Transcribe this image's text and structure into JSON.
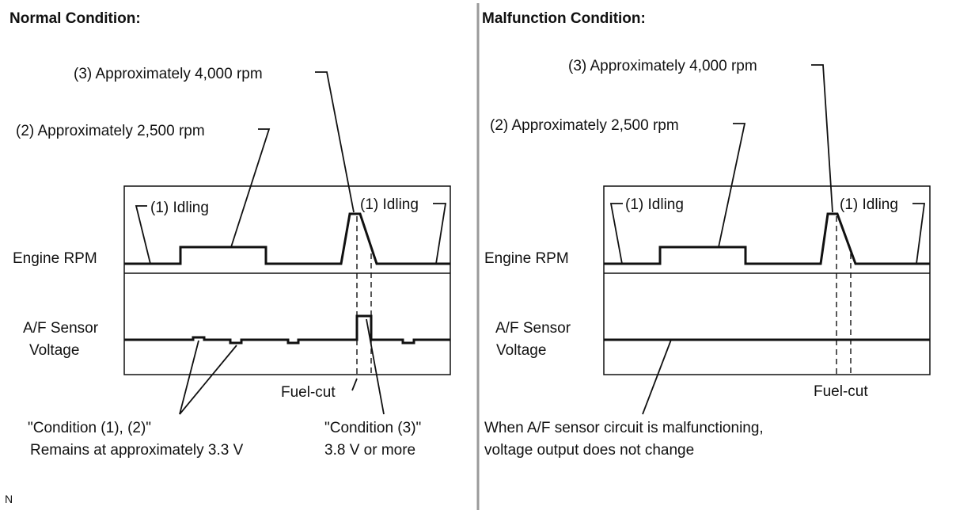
{
  "panels": {
    "normal": {
      "title": "Normal Condition:",
      "idling_left": "(1) Idling",
      "idling_right": "(1) Idling",
      "rpm_2500": "(2) Approximately 2,500 rpm",
      "rpm_4000": "(3) Approximately 4,000 rpm",
      "engine_rpm": "Engine RPM",
      "af_line1": "A/F Sensor",
      "af_line2": "Voltage",
      "fuel_cut": "Fuel-cut",
      "note_left_1": "\"Condition (1), (2)\"",
      "note_left_2": "Remains at approximately 3.3 V",
      "note_right_1": "\"Condition (3)\"",
      "note_right_2": "3.8 V or more"
    },
    "malfunction": {
      "title": "Malfunction Condition:",
      "idling_left": "(1) Idling",
      "idling_right": "(1) Idling",
      "rpm_2500": "(2) Approximately 2,500 rpm",
      "rpm_4000": "(3) Approximately 4,000 rpm",
      "engine_rpm": "Engine RPM",
      "af_line1": "A/F Sensor",
      "af_line2": "Voltage",
      "fuel_cut": "Fuel-cut",
      "note_1": "When A/F sensor circuit is malfunctioning,",
      "note_2": "voltage output does not change"
    }
  },
  "corner_mark": "N"
}
